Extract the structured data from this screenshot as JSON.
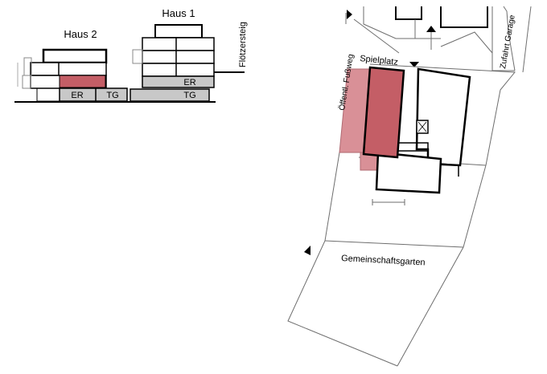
{
  "colors": {
    "highlight": "#c45e66",
    "highlight_light": "#d99097",
    "grey_fill": "#c8c8c8",
    "line": "#000000",
    "thin_line": "#6e6e6e"
  },
  "section": {
    "haus2_title": "Haus 2",
    "haus1_title": "Haus 1",
    "street": "Flötzersteig",
    "haus2_er": "ER",
    "haus2_tg": "TG",
    "haus1_er": "ER",
    "haus1_tg": "TG"
  },
  "plan": {
    "footpath": "Öffentl. Fußweg",
    "playground": "Spielplatz",
    "garage_access": "Zufahrt Garage",
    "garden": "Gemeinschaftsgarten"
  }
}
